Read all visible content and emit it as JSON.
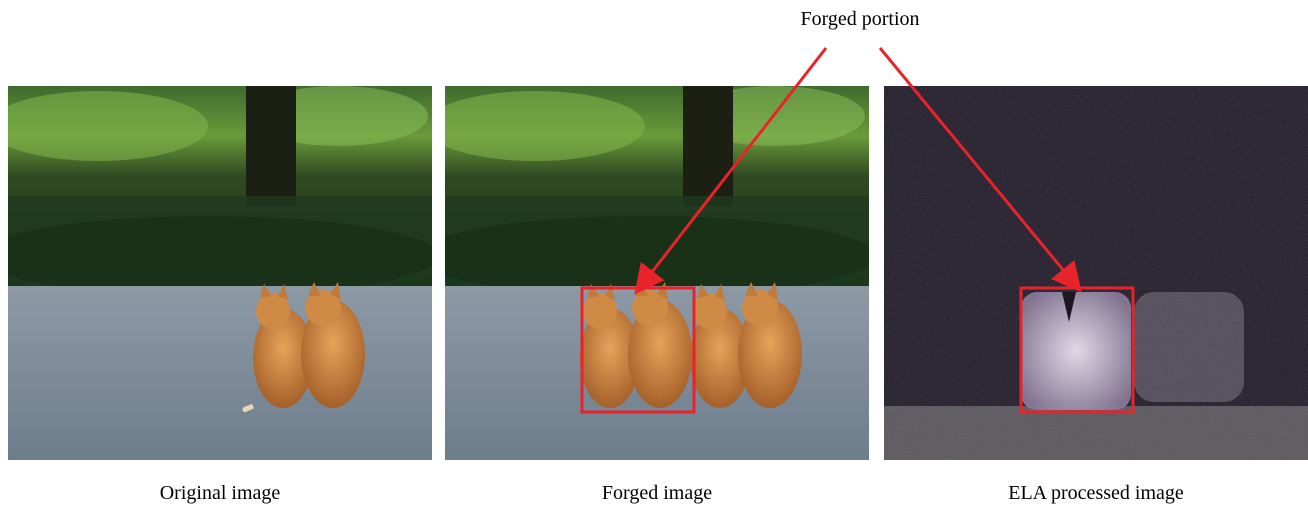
{
  "annotation": {
    "label": "Forged portion"
  },
  "panels": [
    {
      "caption": "Original image"
    },
    {
      "caption": "Forged image"
    },
    {
      "caption": "ELA processed image"
    }
  ],
  "colors": {
    "highlight": "#e8232a"
  }
}
